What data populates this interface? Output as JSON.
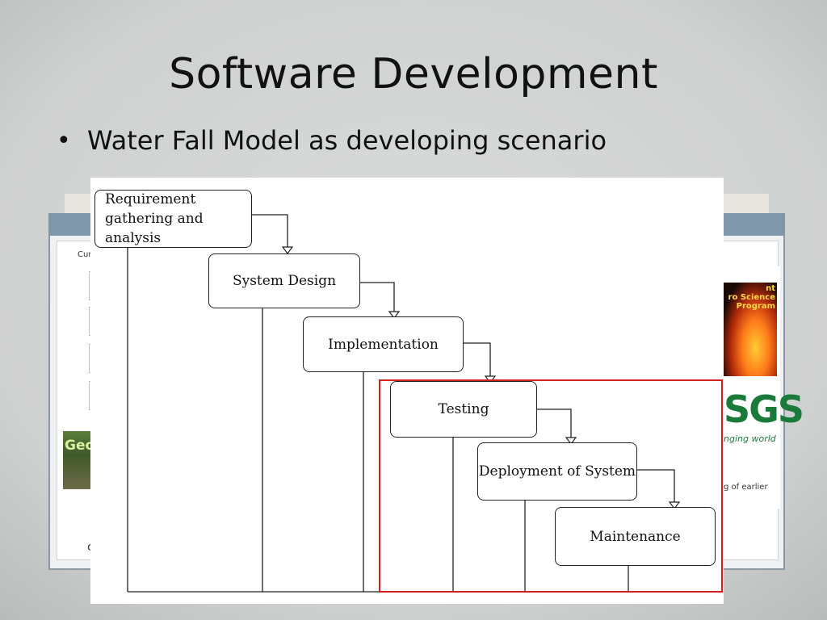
{
  "slide": {
    "title": "Software Development",
    "bullet": "Water Fall Model as developing scenario"
  },
  "diagram": {
    "stages": [
      "Requirement gathering and analysis",
      "System Design",
      "Implementation",
      "Testing",
      "Deployment of System",
      "Maintenance"
    ],
    "highlight_color": "#d31f1f"
  },
  "background_screenshot": {
    "label_fragment": "Cur",
    "geo_fragment": "Geo",
    "logo_fire_text_1": "nt",
    "logo_fire_text_2": "ro Science",
    "logo_fire_text_3": "Program",
    "logo_agency": "SGS",
    "logo_tagline": "nging world",
    "note_fragment": "g of earlier",
    "misc_fragment": "c"
  }
}
